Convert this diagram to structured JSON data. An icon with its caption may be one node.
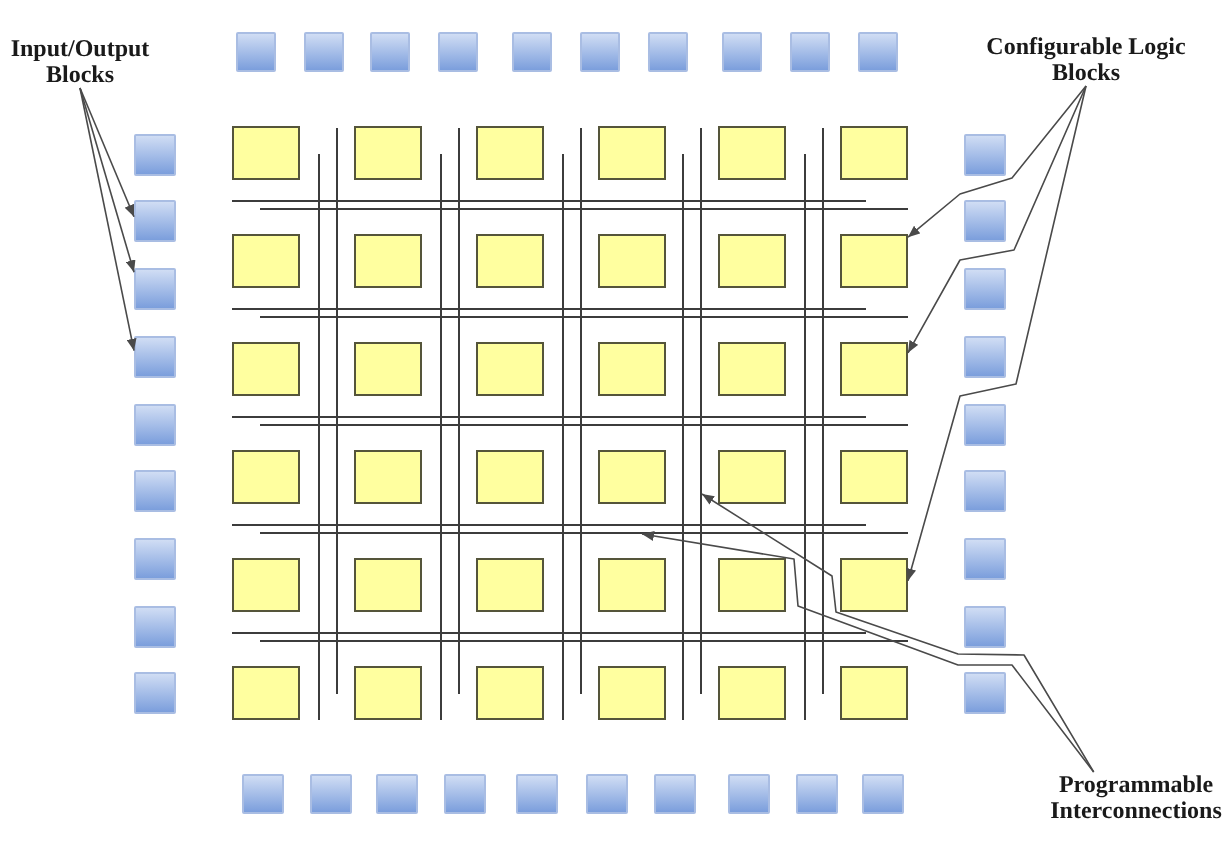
{
  "diagram": {
    "nodes": [
      {
        "text": [
          "Input/Output Blocks"
        ]
      },
      {
        "text": [],
        "shape": "box"
      },
      {
        "text": [],
        "shape": "box"
      },
      {
        "text": [],
        "shape": "box"
      },
      {
        "text": [],
        "shape": "box"
      },
      {
        "text": [],
        "shape": "box"
      },
      {
        "text": [],
        "shape": "box"
      },
      {
        "text": [],
        "shape": "box"
      },
      {
        "text": [],
        "shape": "box"
      },
      {
        "text": [],
        "shape": "box"
      },
      {
        "text": [],
        "shape": "box"
      },
      {
        "text": [
          "Configurable Logic Blocks"
        ]
      },
      {
        "text": [],
        "shape": "box"
      },
      {
        "text": [],
        "shape": "box"
      },
      {
        "text": [],
        "shape": "box"
      },
      {
        "text": [],
        "shape": "box"
      },
      {
        "text": [],
        "shape": "box"
      },
      {
        "text": [],
        "shape": "box"
      },
      {
        "text": [],
        "shape": "box"
      },
      {
        "text": [],
        "shape": "box"
      },
      {
        "text": [],
        "shape": "box"
      },
      {
        "text": [],
        "shape": "box"
      },
      {
        "text": [],
        "shape": "box"
      },
      {
        "text": [],
        "shape": "box"
      },
      {
        "text": [],
        "shape": "box"
      },
      {
        "text": [],
        "shape": "box"
      },
      {
        "text": [],
        "shape": "box"
      },
      {
        "text": [],
        "shape": "box"
      },
      {
        "text": [],
        "shape": "box"
      },
      {
        "text": [],
        "shape": "box"
      },
      {
        "text": [],
        "shape": "box"
      },
      {
        "text": [],
        "shape": "box"
      },
      {
        "text": [],
        "shape": "box"
      },
      {
        "text": [],
        "shape": "box"
      },
      {
        "text": [],
        "shape": "box"
      },
      {
        "text": [],
        "shape": "box"
      },
      {
        "text": [],
        "shape": "box"
      },
      {
        "text": [],
        "shape": "box"
      },
      {
        "text": [],
        "shape": "box"
      },
      {
        "text": [],
        "shape": "box"
      },
      {
        "text": [],
        "shape": "box"
      },
      {
        "text": [],
        "shape": "box"
      },
      {
        "text": [],
        "shape": "box"
      },
      {
        "text": [],
        "shape": "box"
      },
      {
        "text": [],
        "shape": "box"
      },
      {
        "text": [],
        "shape": "box"
      },
      {
        "text": [],
        "shape": "box"
      },
      {
        "text": [],
        "shape": "box"
      },
      {
        "text": [],
        "shape": "box"
      },
      {
        "text": [],
        "shape": "box"
      },
      {
        "text": [],
        "shape": "box"
      },
      {
        "text": [],
        "shape": "box"
      },
      {
        "text": [],
        "shape": "box"
      },
      {
        "text": [],
        "shape": "box"
      },
      {
        "text": [],
        "shape": "box"
      },
      {
        "text": [],
        "shape": "box"
      },
      {
        "text": [],
        "shape": "box"
      },
      {
        "text": [],
        "shape": "box"
      },
      {
        "text": [],
        "shape": "box"
      },
      {
        "text": [],
        "shape": "box"
      },
      {
        "text": [],
        "shape": "box"
      },
      {
        "text": [],
        "shape": "box"
      },
      {
        "text": [],
        "shape": "box"
      },
      {
        "text": [],
        "shape": "box"
      },
      {
        "text": [],
        "shape": "box"
      },
      {
        "text": [],
        "shape": "box"
      },
      {
        "text": [],
        "shape": "box"
      },
      {
        "text": [],
        "shape": "box"
      },
      {
        "text": [],
        "shape": "box"
      },
      {
        "text": [],
        "shape": "box"
      },
      {
        "text": [],
        "shape": "box"
      },
      {
        "text": [],
        "shape": "box"
      },
      {
        "text": [],
        "shape": "box"
      },
      {
        "text": [],
        "shape": "box"
      },
      {
        "text": [],
        "shape": "box"
      },
      {
        "text": [],
        "shape": "box"
      },
      {
        "text": [
          "Programmable Interconnections"
        ]
      },
      {
        "text": [],
        "shape": "bar"
      },
      {
        "text": [],
        "shape": "bar"
      }
    ],
    "edges": [
      {
        "from": 0,
        "to": 13,
        "arrow": "to"
      },
      {
        "from": 0,
        "to": 14,
        "arrow": "to"
      },
      {
        "from": 0,
        "to": 15,
        "arrow": "to"
      },
      {
        "from": 11,
        "to": 32,
        "arrow": "to"
      },
      {
        "from": 11,
        "to": 38,
        "arrow": "to"
      },
      {
        "from": 11,
        "to": 50,
        "arrow": "to"
      },
      {
        "from": 76,
        "to": 77,
        "arrow": "to"
      },
      {
        "from": 76,
        "to": 78,
        "arrow": "to"
      }
    ]
  }
}
